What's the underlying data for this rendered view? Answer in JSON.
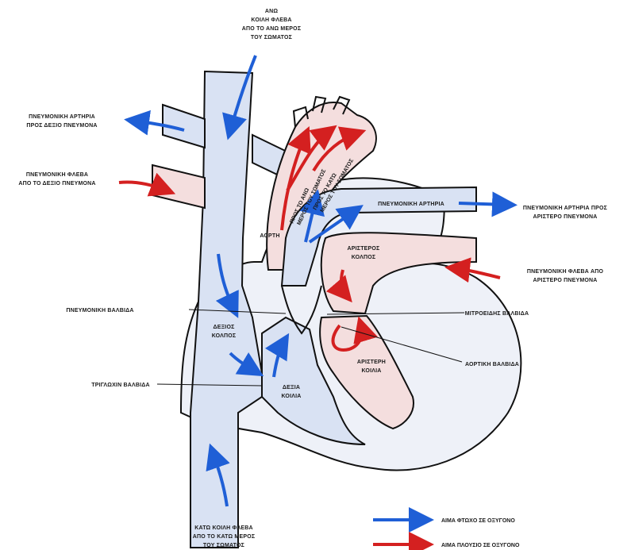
{
  "labels": {
    "svc_line1": "ΑΝΩ",
    "svc_line2": "ΚΟΙΛΗ ΦΛΕΒΑ",
    "svc_line3": "ΑΠΟ ΤΟ ΑΝΩ ΜΕΡΟΣ",
    "svc_line4": "ΤΟΥ ΣΩΜΑΤΟΣ",
    "pa_right_line1": "ΠΝΕΥΜΟΝΙΚΗ ΑΡΤΗΡΙΑ",
    "pa_right_line2": "ΠΡΟΣ ΔΕΞΙΟ ΠΝΕΥΜΟΝΑ",
    "pv_right_line1": "ΠΝΕΥΜΟΝΙΚΗ ΦΛΕΒΑ",
    "pv_right_line2": "ΑΠΟ ΤΟ ΔΕΞΙΟ ΠΝΕΥΜΟΝΑ",
    "to_upper_line1": "ΠΡΟΣ ΤΟ ΑΝΩ",
    "to_upper_line2": "ΜΕΡΟΣ ΤΟΥ ΣΩΜΑΤΟΣ",
    "to_lower_line1": "ΠΡΟΣ ΤΟ ΚΑΤΩ",
    "to_lower_line2": "ΜΕΡΟΣ ΤΟΥ ΣΩΜΑΤΟΣ",
    "aorta": "ΑΟΡΤΗ",
    "pulmonary_artery": "ΠΝΕΥΜΟΝΙΚΗ ΑΡΤΗΡΙΑ",
    "pa_left_line1": "ΠΝΕΥΜΟΝΙΚΗ ΑΡΤΗΡΙΑ ΠΡΟΣ",
    "pa_left_line2": "ΑΡΙΣΤΕΡΟ ΠΝΕΥΜΟΝΑ",
    "left_atrium_line1": "ΑΡΙΣΤΕΡΟΣ",
    "left_atrium_line2": "ΚΟΛΠΟΣ",
    "pv_left_line1": "ΠΝΕΥΜΟΝΙΚΗ ΦΛΕΒΑ ΑΠΟ",
    "pv_left_line2": "ΑΡΙΣΤΕΡΟ ΠΝΕΥΜΟΝΑ",
    "pulmonary_valve": "ΠΝΕΥΜΟΝΙΚΗ ΒΑΛΒΙΔΑ",
    "mitral_valve": "ΜΙΤΡΟΕΙΔΗΣ ΒΑΛΒΙΔΑ",
    "right_atrium_line1": "ΔΕΞΙΟΣ",
    "right_atrium_line2": "ΚΟΛΠΟΣ",
    "aortic_valve": "ΑΟΡΤΙΚΗ ΒΑΛΒΙΔΑ",
    "left_ventricle_line1": "ΑΡΙΣΤΕΡΗ",
    "left_ventricle_line2": "ΚΟΙΛΙΑ",
    "tricuspid_valve": "ΤΡΙΓΛΩΧΙΝ ΒΑΛΒΙΔΑ",
    "right_ventricle_line1": "ΔΕΞΙΑ",
    "right_ventricle_line2": "ΚΟΙΛΙΑ",
    "ivc_line1": "ΚΑΤΩ ΚΟΙΛΗ ΦΛΕΒΑ",
    "ivc_line2": "ΑΠΟ ΤΟ ΚΑΤΩ ΜΕΡΟΣ",
    "ivc_line3": "ΤΟΥ ΣΩΜΑΤΟΣ"
  },
  "legend": {
    "deoxygenated": "ΑΙΜΑ ΦΤΩΧΟ ΣΕ ΟΞΥΓΟΝΟ",
    "oxygenated": "ΑΙΜΑ ΠΛΟΥΣΙΟ ΣΕ ΟΞΥΓΟΝΟ"
  },
  "colors": {
    "deoxygenated_arrow": "#1f5fd6",
    "oxygenated_arrow": "#d42020",
    "deoxygenated_fill": "#d9e2f3",
    "oxygenated_fill": "#f4dede",
    "outline": "#111111"
  }
}
